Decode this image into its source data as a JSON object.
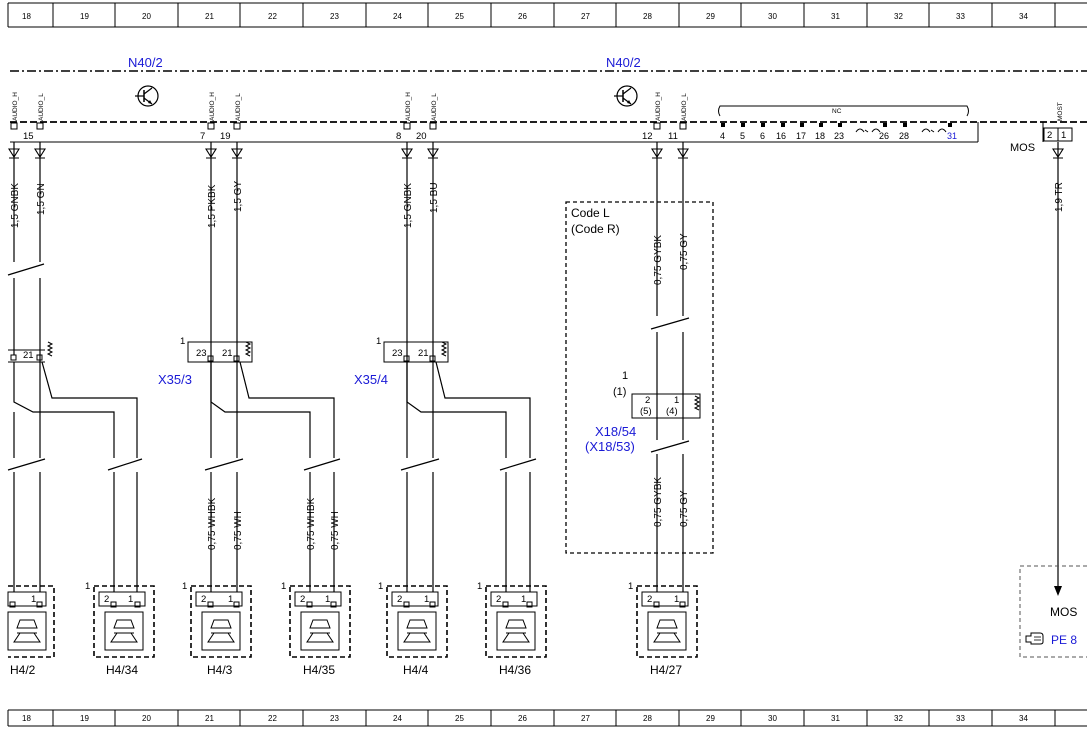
{
  "ruler": {
    "numbers": [
      "18",
      "19",
      "20",
      "21",
      "22",
      "23",
      "24",
      "25",
      "26",
      "27",
      "28",
      "29",
      "30",
      "31",
      "32",
      "33",
      "34"
    ]
  },
  "modules": {
    "left": "N40/2",
    "right": "N40/2"
  },
  "bus": {
    "pin_labels": {
      "audio_h": "AUDIO_H",
      "audio_l": "AUDIO_L",
      "most": "MOST"
    },
    "pins": [
      "15",
      "7",
      "19",
      "8",
      "20",
      "12",
      "11"
    ],
    "nc_label": "NC",
    "nc_pins": [
      "4",
      "5",
      "6",
      "16",
      "17",
      "18",
      "23",
      "26",
      "28",
      "31"
    ],
    "most_pin": "2",
    "most_pin_2": "1",
    "most_text": "MOS"
  },
  "wires_top": [
    "1,5 GNBK",
    "1,5 GN",
    "1,5 PKBK",
    "1,5 GY",
    "1,5 GNBK",
    "1,5 BU",
    "0,75 GYBK",
    "0,75 GY",
    "1,9 TR"
  ],
  "code_box": {
    "line1": "Code L",
    "line2": "(Code R)"
  },
  "connectors": {
    "x35_left_pin": "21",
    "x35_3": {
      "label": "X35/3",
      "pin1": "1",
      "pin_a": "23",
      "pin_b": "21"
    },
    "x35_4": {
      "label": "X35/4",
      "pin1": "1",
      "pin_a": "23",
      "pin_b": "21"
    },
    "x18": {
      "label1": "X18/54",
      "label2": "(X18/53)",
      "pin1": "1",
      "pin1_alt": "(1)",
      "pin_a": "2",
      "pin_a_alt": "(5)",
      "pin_b": "1",
      "pin_b_alt": "(4)"
    }
  },
  "wires_bottom": [
    "0,75 WHBK",
    "0,75 WH",
    "0,75 WHBK",
    "0,75 WH",
    "0,75 GYBK",
    "0,75 GY"
  ],
  "speaker_pins": {
    "one": "1",
    "two": "2"
  },
  "speakers": [
    "H4/2",
    "H4/34",
    "H4/3",
    "H4/35",
    "H4/4",
    "H4/36",
    "H4/27"
  ],
  "most_box": {
    "text": "MOS",
    "ref": "PE 8"
  }
}
